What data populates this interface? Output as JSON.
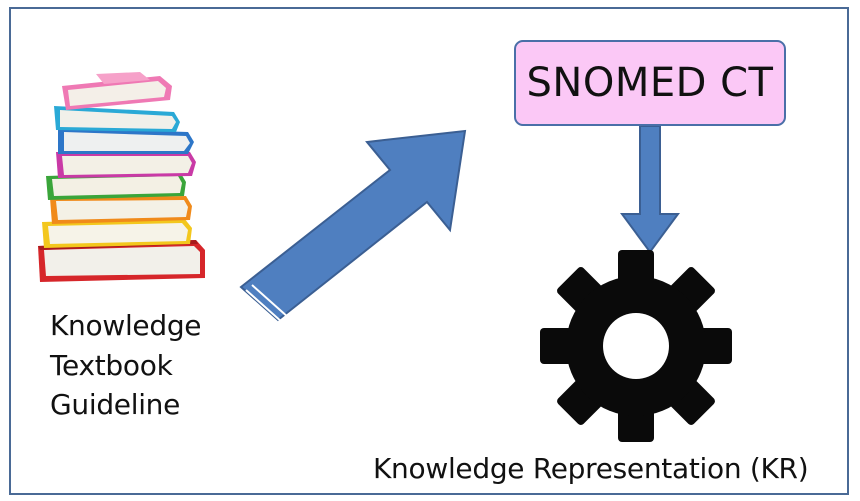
{
  "knowledge_sources": [
    "Knowledge",
    "Textbook",
    "Guideline"
  ],
  "ontology_label": "SNOMED CT",
  "output_label": "Knowledge Representation (KR)",
  "colors": {
    "frame": "#4a6a96",
    "arrow_fill": "#4f7fc0",
    "arrow_stroke": "#3b5f93",
    "snomed_fill": "#fbc8f6",
    "gear": "#0a0a0a"
  },
  "icons": {
    "books": "stack-of-books-icon",
    "arrow": "diagonal-arrow-icon",
    "down_arrow": "down-arrow-icon",
    "gear": "gear-icon"
  }
}
